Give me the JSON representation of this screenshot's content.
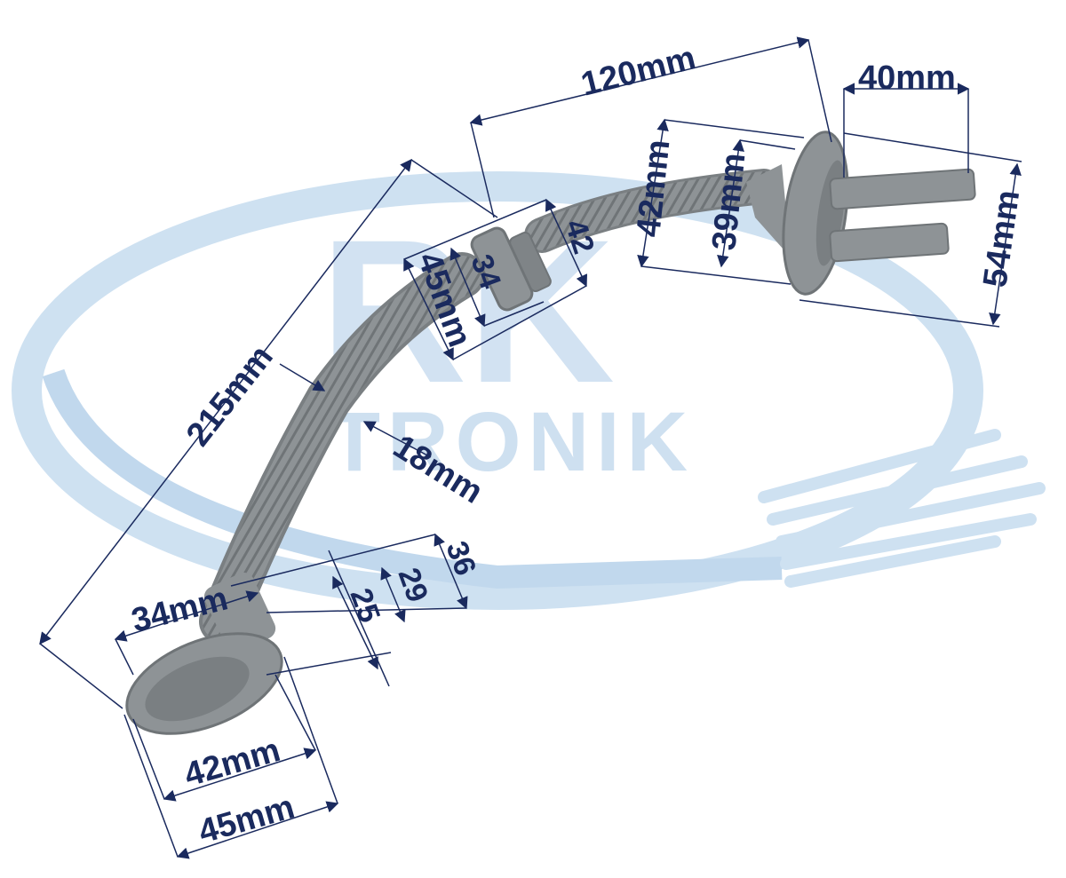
{
  "watermark": {
    "big_text": "RK",
    "small_text": "TRONIK",
    "color": "#9fc2e2"
  },
  "part": {
    "hose_color": "#8e9396",
    "rubber_dark": "#7a7f82"
  },
  "dimension_color": "#1a2a5e",
  "dimensions": {
    "total_length": "215mm",
    "hose_diameter": "18mm",
    "top_length": "120mm",
    "pipe_length": "40mm",
    "top_flange_outer": "42mm",
    "top_flange_inner": "39mm",
    "pipe_spread": "54mm",
    "mid_flange_outer": "45mm",
    "mid_flange_inner": "34",
    "mid_flange_right": "42",
    "bottom_small": "34mm",
    "bottom_36": "36",
    "bottom_29": "29",
    "bottom_25": "25",
    "bottom_inner": "42mm",
    "bottom_outer": "45mm"
  }
}
